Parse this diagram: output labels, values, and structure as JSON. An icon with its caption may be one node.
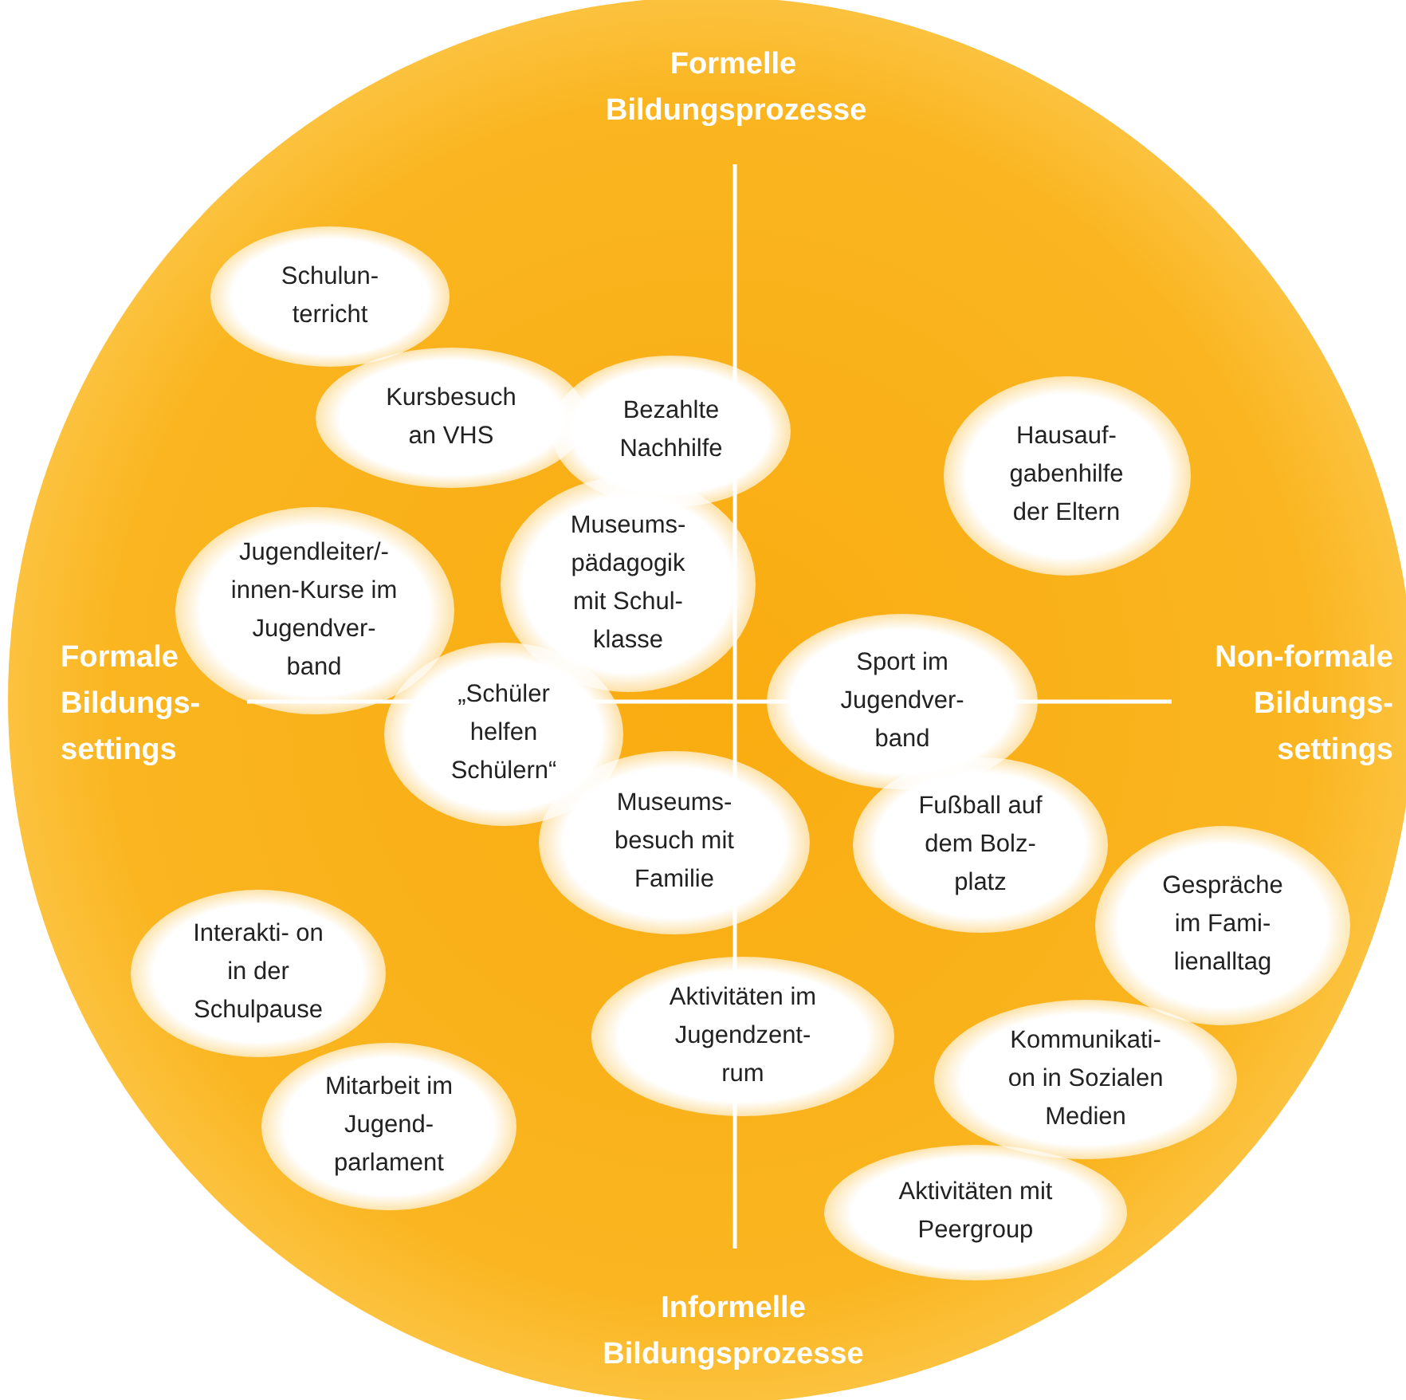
{
  "diagram": {
    "nodes": [
      {
        "text": [
          "Schulun- terricht"
        ]
      },
      {
        "text": [
          "Kursbesuch an VHS"
        ]
      },
      {
        "text": [
          "Bezahlte Nachhilfe"
        ]
      },
      {
        "text": [
          "Hausauf- gabenhilfe der Eltern"
        ]
      },
      {
        "text": [
          "Jugendleiter/- innen-Kurse im Jugendver- band"
        ]
      },
      {
        "text": [
          "Museums- pädagogik mit Schul- klasse"
        ]
      },
      {
        "text": [
          "„Schüler helfen Schülern“"
        ]
      },
      {
        "text": [
          "Sport im Jugendver- band"
        ]
      },
      {
        "text": [
          "Museums- besuch mit Familie"
        ]
      },
      {
        "text": [
          "Fußball auf dem Bolz- platz"
        ]
      },
      {
        "text": [
          "Gespräche im Fami- lienalltag"
        ]
      },
      {
        "text": [
          "Interakti- on in der Schulpause"
        ]
      },
      {
        "text": [
          "Aktivitäten im Jugendzent- rum"
        ]
      },
      {
        "text": [
          "Kommunikati- on in Sozialen Medien"
        ]
      },
      {
        "text": [
          "Mitarbeit im Jugend- parlament"
        ]
      },
      {
        "text": [
          "Aktivitäten mit Peergroup"
        ]
      }
    ],
    "labels": [
      "Formelle Bildungsprozesse",
      "Formale Bildungs- settings",
      "Non-formale Bildungs- settings",
      "Informelle Bildungsprozesse"
    ]
  }
}
